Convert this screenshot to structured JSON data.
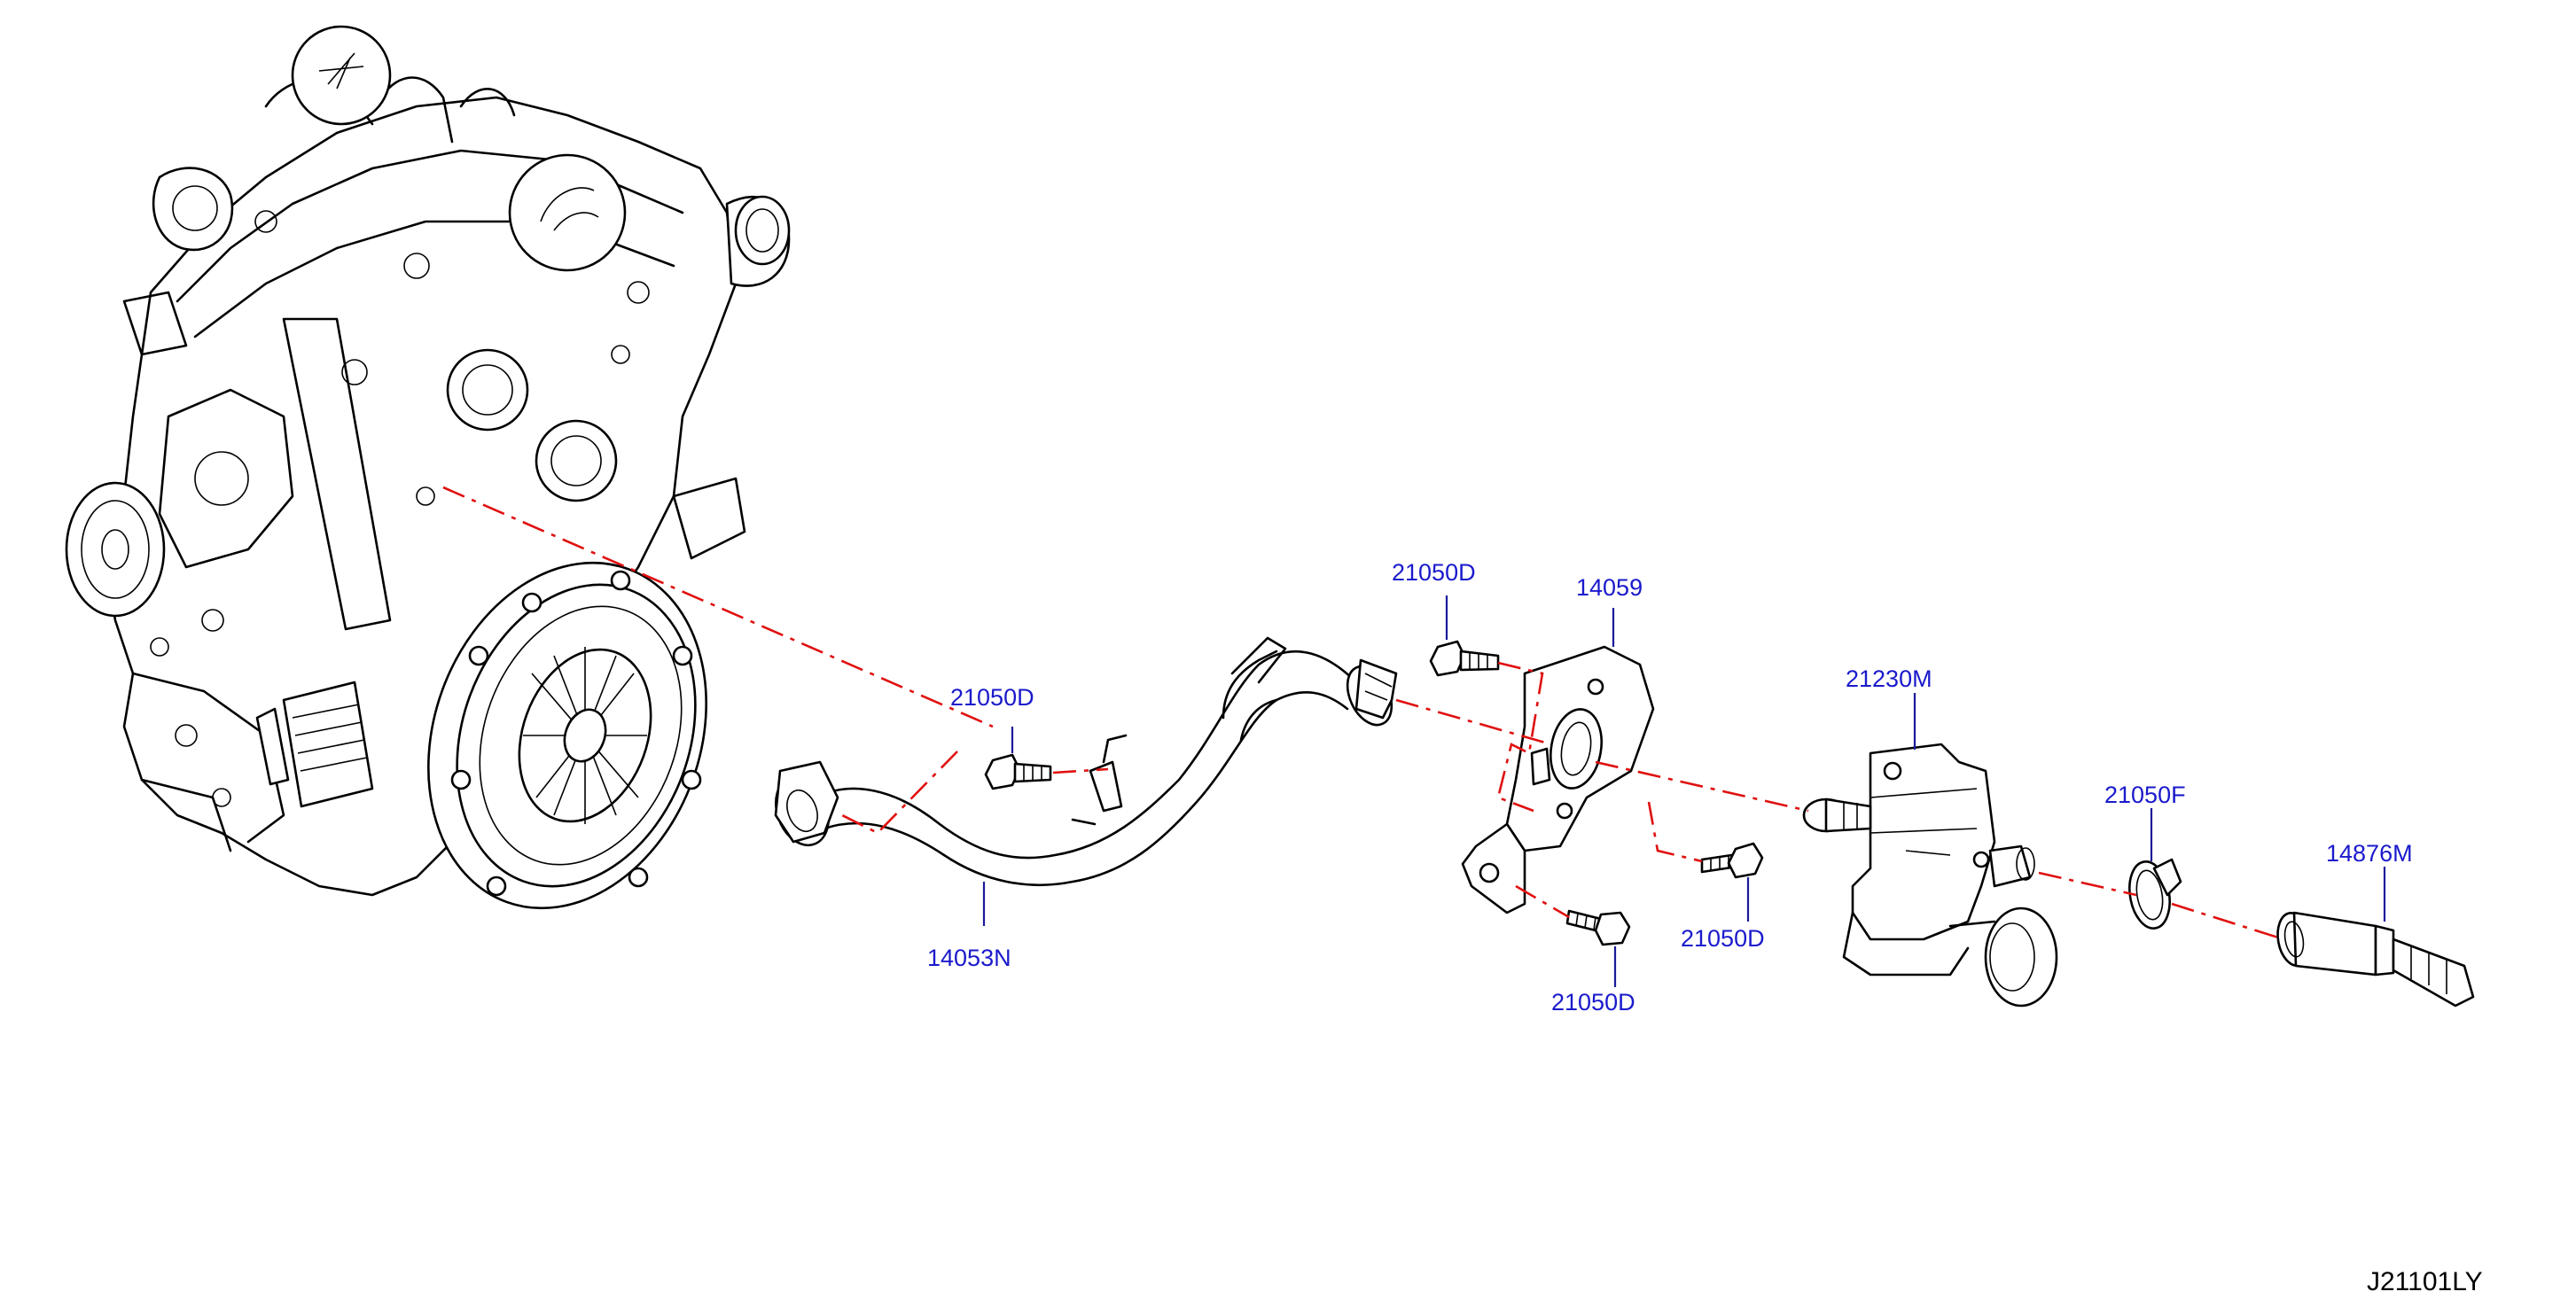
{
  "colors": {
    "label": "#1a1acc",
    "leader": "#1a1a99",
    "center_line": "#e01010",
    "outline": "#000000",
    "background": "#ffffff"
  },
  "labels": {
    "bolt_hose_bracket": "21050D",
    "bolt_upper_left": "21050D",
    "gasket_14059": "14059",
    "egr_valve": "21230M",
    "clamp": "21050F",
    "connector_pipe": "14876M",
    "egr_tube": "14053N",
    "bolt_lower_right": "21050D",
    "bolt_lower": "21050D"
  },
  "reference_code": "J21101LY"
}
